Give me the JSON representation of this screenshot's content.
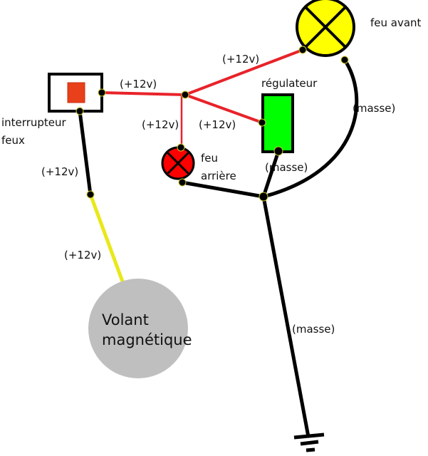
{
  "labels": {
    "feu_avant": "feu avant",
    "regulateur": "régulateur",
    "interrupteur_line1": "interrupteur",
    "interrupteur_line2": "feux",
    "feu_arriere_line1": "feu",
    "feu_arriere_line2": "arrière",
    "volant_line1": "Volant",
    "volant_line2": "magnétique",
    "wire_front_lamp": "(+12v)",
    "wire_switch_junction": "(+12v)",
    "wire_rear_lamp": "(+12v)",
    "wire_regulator": "(+12v)",
    "wire_switch_down": "(+12v)",
    "wire_generator": "(+12v)",
    "masse_front": "(masse)",
    "masse_regulator": "(masse)",
    "masse_ground": "(masse)"
  },
  "colors": {
    "live_wire": "#e8232a",
    "ground_wire": "#000000",
    "generator_wire": "#e8e81a",
    "front_lamp": "#ffff00",
    "rear_lamp": "#ff0000",
    "regulator": "#00ff00",
    "switch_button": "#e8401a",
    "generator": "#bfbfbf"
  }
}
